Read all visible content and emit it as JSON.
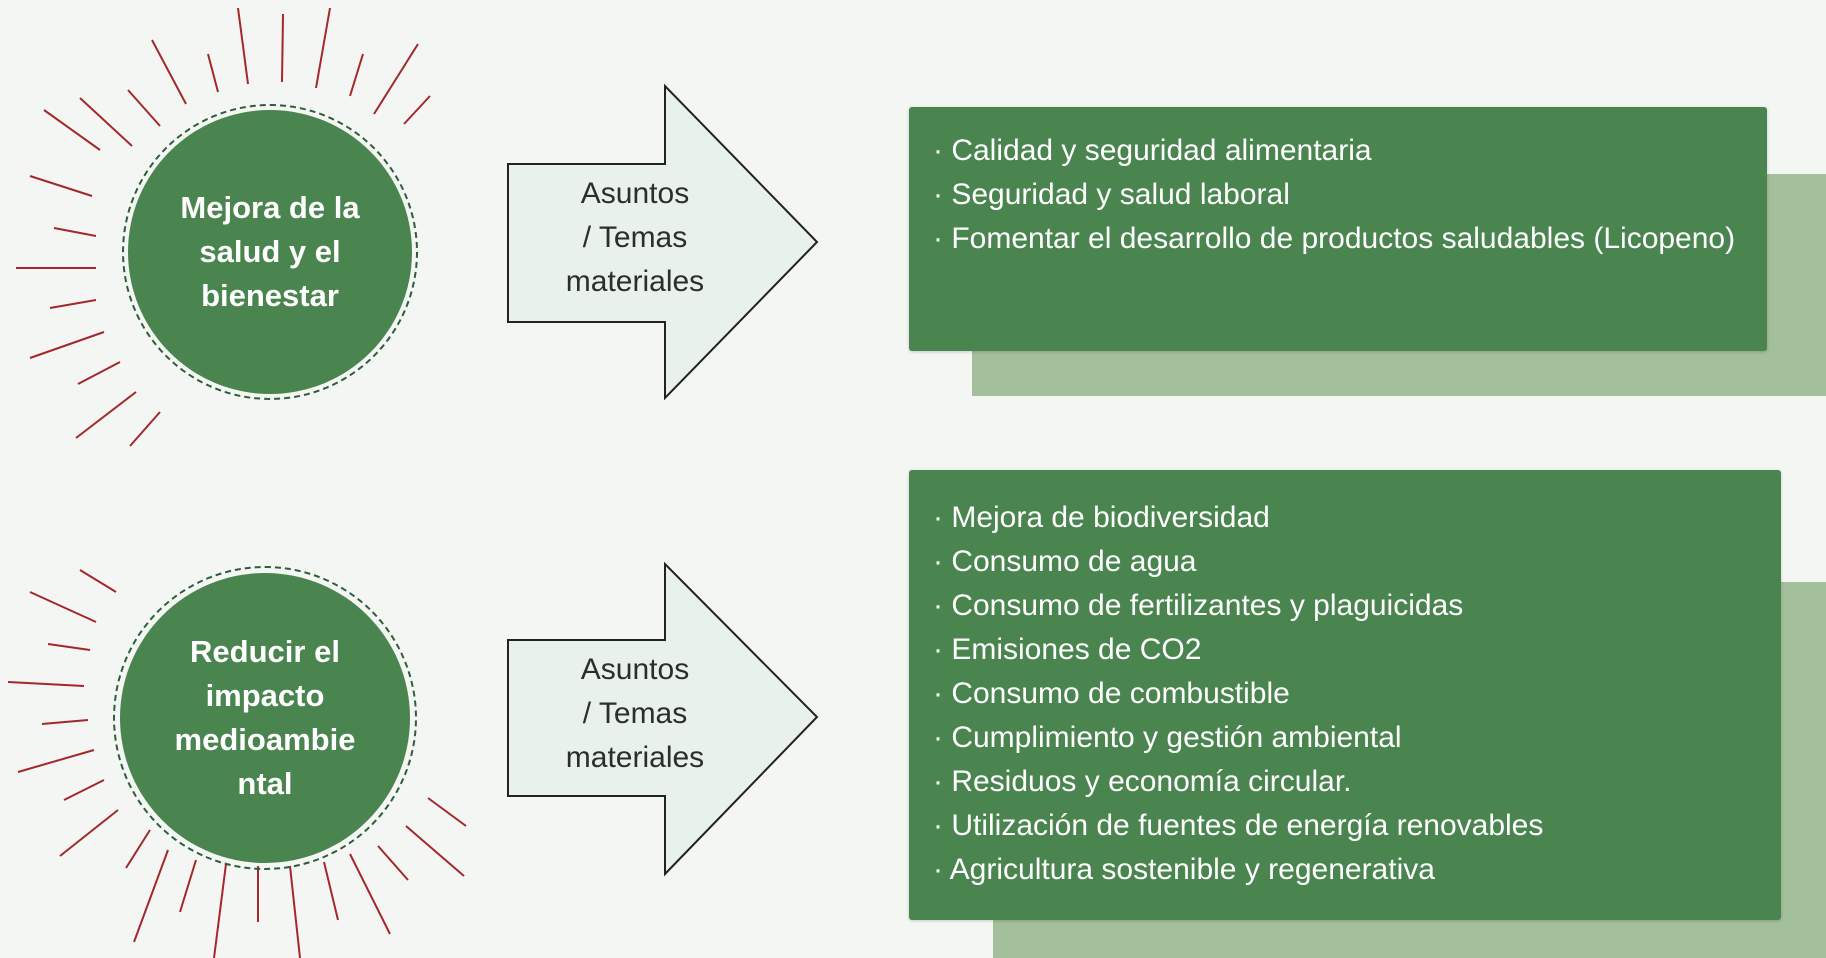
{
  "blocks": [
    {
      "circle_label": "Mejora de la\nsalud y el\nbienestar",
      "arrow_label": "Asuntos\n/ Temas\nmateriales",
      "items": [
        "· Calidad y seguridad alimentaria",
        "· Seguridad y salud laboral",
        "· Fomentar el desarrollo de productos saludables (Licopeno)"
      ]
    },
    {
      "circle_label": "Reducir el\nimpacto\nmedioambie\nntal",
      "arrow_label": "Asuntos\n/ Temas\nmateriales",
      "items": [
        "· Mejora de biodiversidad",
        "· Consumo de agua",
        "· Consumo de fertilizantes y plaguicidas",
        "· Emisiones de CO2",
        "· Consumo de combustible",
        "· Cumplimiento y gestión ambiental",
        "· Residuos y economía circular.",
        "· Utilización de fuentes de energía renovables",
        "· Agricultura sostenible y regenerativa"
      ]
    }
  ],
  "colors": {
    "background": "#f4f6f3",
    "circle_fill": "#4a8550",
    "circle_border": "#2c5e38",
    "rays": "#a3282c",
    "arrow_fill": "#e8f1ea",
    "arrow_stroke": "#222222",
    "box_fill": "#4a8550",
    "box_shadow": "#a3bf9b",
    "text_light": "#ffffff",
    "text_dark": "#2d2d2d"
  }
}
